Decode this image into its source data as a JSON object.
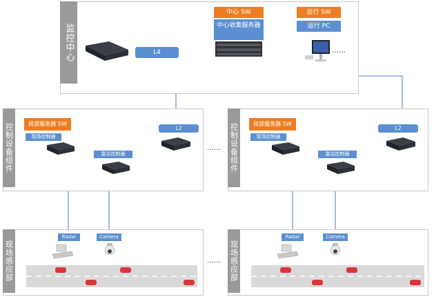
{
  "top": {
    "side_label": "监控中心",
    "center_sw": "中心 SW",
    "collector": "中心收集服务器",
    "ops_sw": "运行 SW",
    "ops_pc": "运行 PC",
    "l4": "L4",
    "pc_dots": "……"
  },
  "ctrl_left": {
    "side_label": "控制设备组件",
    "local_sw": "局部服务器 SW",
    "field_ctrl": "现场控制器",
    "radar_ctrl": "雷达控制器",
    "l2": "L2"
  },
  "ctrl_right": {
    "side_label": "控制设备组件",
    "local_sw": "局部服务器 SW",
    "field_ctrl": "现场控制器",
    "radar_ctrl": "雷达控制器",
    "l2": "L2"
  },
  "field_left": {
    "side_label": "现场感应部",
    "radar": "Radar",
    "camera": "Camera"
  },
  "field_right": {
    "side_label": "现场感应部",
    "radar": "Radar",
    "camera": "Camera"
  },
  "between_dots_ctrl": "……",
  "between_dots_field": "……",
  "colors": {
    "accent_blue": "#5b8fd1",
    "accent_orange": "#ec7d22",
    "side_gray": "#9a9a9a",
    "road": "#d9d9d9",
    "car": "#d9343a"
  }
}
